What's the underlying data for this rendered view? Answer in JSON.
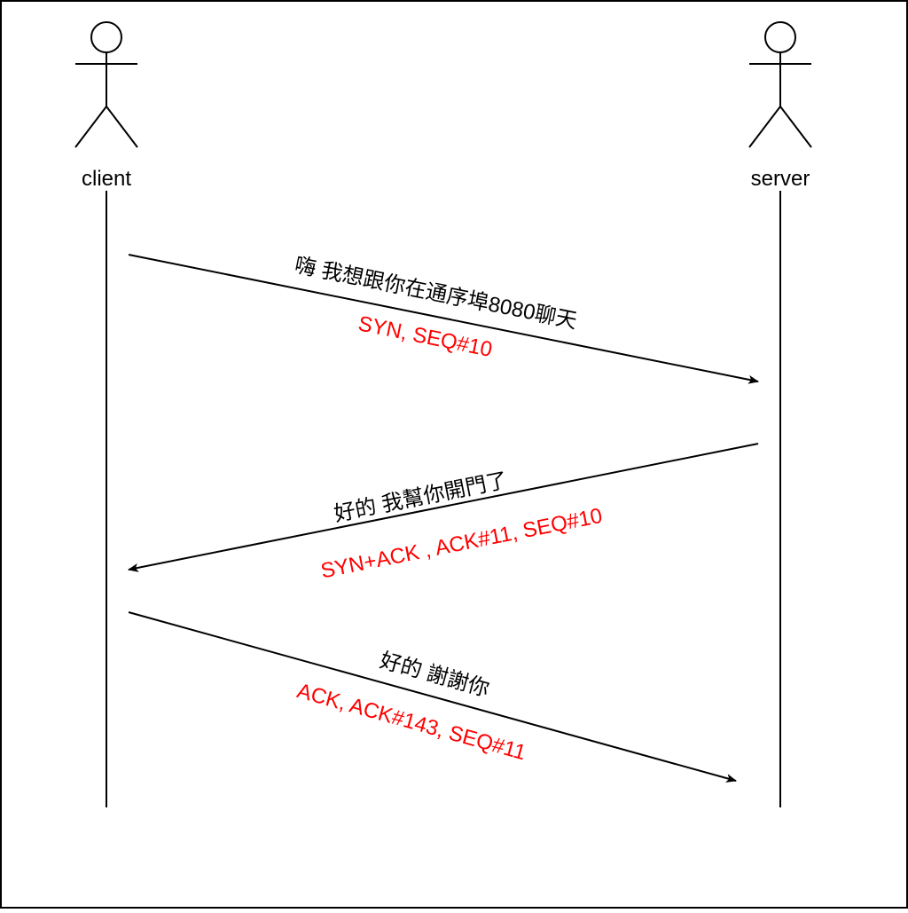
{
  "actors": {
    "client": "client",
    "server": "server"
  },
  "messages": [
    {
      "text": "嗨 我想跟你在通序埠8080聊天",
      "flags": "SYN, SEQ#10",
      "direction": "client-to-server"
    },
    {
      "text": "好的 我幫你開門了",
      "flags": "SYN+ACK , ACK#11,  SEQ#10",
      "direction": "server-to-client"
    },
    {
      "text": "好的 謝謝你",
      "flags": "ACK, ACK#143, SEQ#11",
      "direction": "client-to-server"
    }
  ],
  "colors": {
    "line": "#000000",
    "flags": "#ff0000"
  }
}
